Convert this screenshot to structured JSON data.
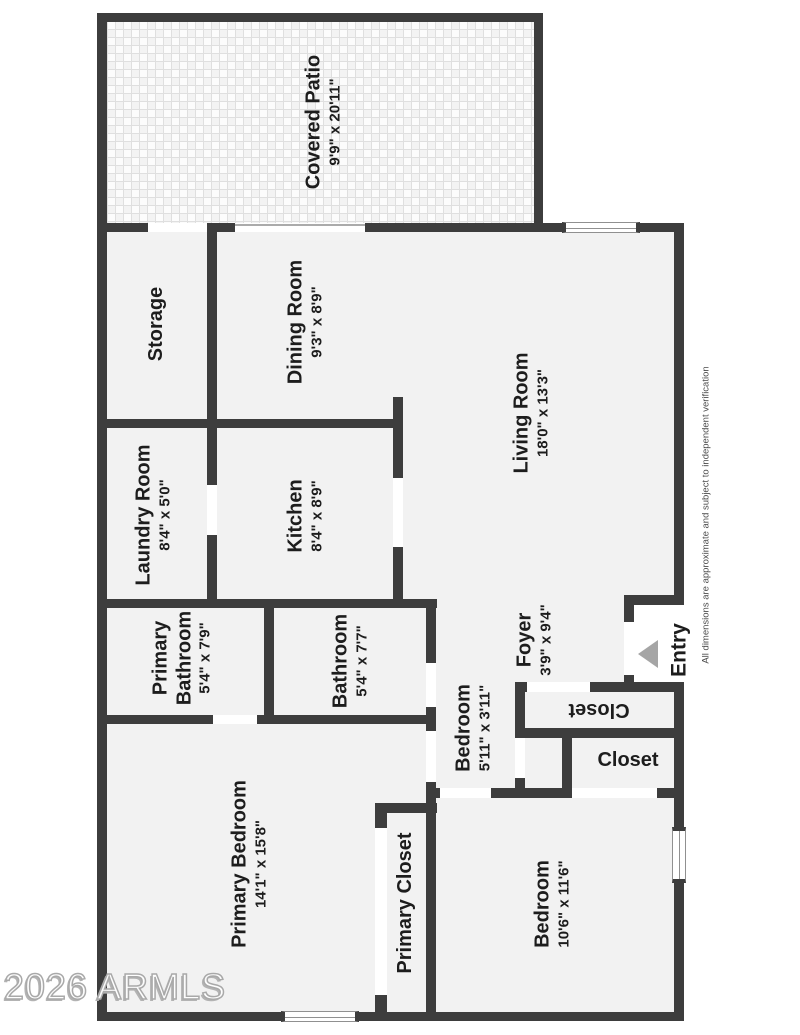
{
  "watermark": "2026 ARMLS",
  "disclaimer": "All dimensions are approximate and subject to independent verification",
  "entry": {
    "label": "Entry"
  },
  "colors": {
    "wall": "#3d3d3d",
    "room_fill": "#f2f2f2",
    "entry_arrow": "#a5a5a5",
    "label_text": "#1d1d1d"
  },
  "rooms": [
    {
      "name": "Covered Patio",
      "dims": "9'9\" x 20'11\""
    },
    {
      "name": "Storage",
      "dims": ""
    },
    {
      "name": "Dining Room",
      "dims": "9'3\" x 8'9\""
    },
    {
      "name": "Living Room",
      "dims": "18'0\" x 13'3\""
    },
    {
      "name": "Laundry Room",
      "dims": "8'4\" x 5'0\""
    },
    {
      "name": "Kitchen",
      "dims": "8'4\" x 8'9\""
    },
    {
      "name_line1": "Primary",
      "name_line2": "Bathroom",
      "dims": "5'4\" x 7'9\""
    },
    {
      "name": "Bathroom",
      "dims": "5'4\" x 7'7\""
    },
    {
      "name": "Foyer",
      "dims": "3'9\" x 9'4\""
    },
    {
      "name": "Bedroom",
      "dims": "5'11\" x 3'11\""
    },
    {
      "name": "Closet"
    },
    {
      "name": "Closet"
    },
    {
      "name": "Primary Bedroom",
      "dims": "14'1\" x 15'8\""
    },
    {
      "name": "Primary Closet"
    },
    {
      "name": "Bedroom",
      "dims": "10'6\" x 11'6\""
    }
  ]
}
